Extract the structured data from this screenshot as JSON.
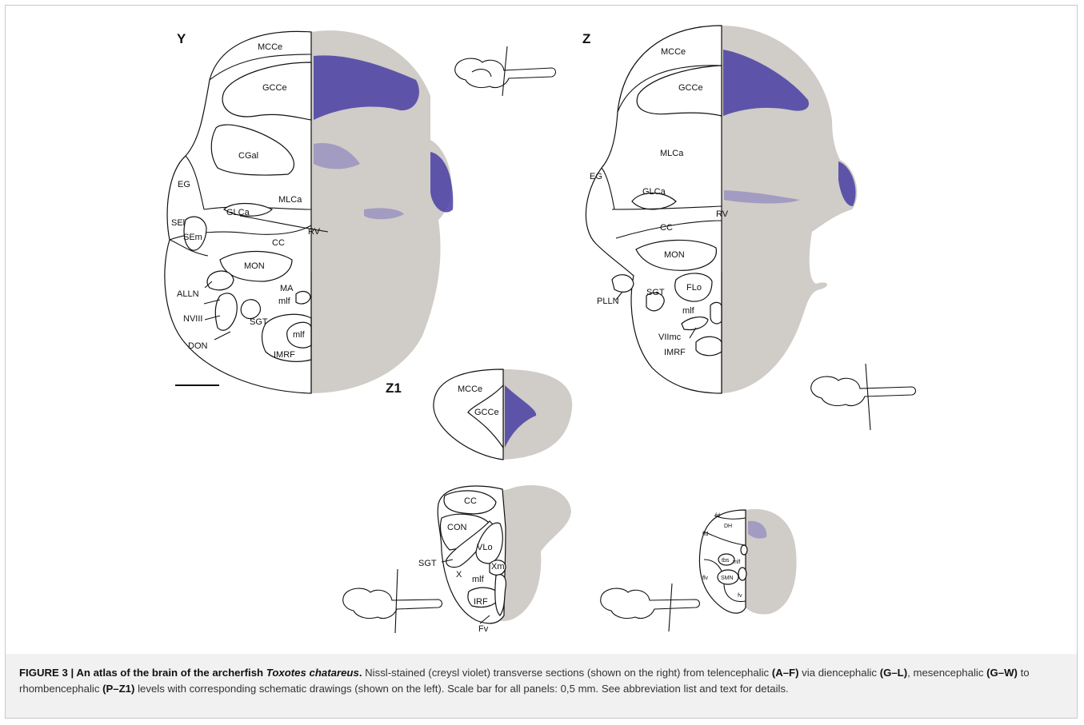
{
  "panels": {
    "Y": {
      "label": "Y",
      "regions": [
        "MCCe",
        "GCCe",
        "CGal",
        "EG",
        "MLCa",
        "GLCa",
        "SEl",
        "SEm",
        "CC",
        "RV",
        "MON",
        "ALLN",
        "MA",
        "mlf",
        "NVIII",
        "SGT",
        "DON",
        "IMRF"
      ]
    },
    "Z": {
      "label": "Z",
      "regions": [
        "MCCe",
        "GCCe",
        "MLCa",
        "EG",
        "GLCa",
        "RV",
        "CC",
        "MON",
        "PLLN",
        "SGT",
        "FLo",
        "mlf",
        "VIImc",
        "IMRF"
      ]
    },
    "Z1": {
      "label": "Z1",
      "regions": [
        "MCCe",
        "GCCe"
      ]
    },
    "lower_left": {
      "regions": [
        "CC",
        "CON",
        "SGT",
        "VLo",
        "Xm",
        "X",
        "mlf",
        "IRF",
        "Fv"
      ]
    },
    "lower_right": {
      "regions": [
        "fd",
        "DH",
        "fld",
        "tbs",
        "mlf",
        "flv",
        "SMN",
        "fv"
      ]
    }
  },
  "caption": {
    "label": "FIGURE 3 | An atlas of the brain of the archerfish ",
    "species": "Toxotes chatareus",
    "label_end": ".",
    "t1": " Nissl-stained (creysl violet) transverse sections (shown on the right) from telencephalic ",
    "b1": "(A–F)",
    "t2": " via diencephalic ",
    "b2": "(G–L)",
    "t3": ", mesencephalic ",
    "b3": "(G–W)",
    "t4": " to rhombencephalic ",
    "b4": "(P–Z1)",
    "t5": " levels with corresponding schematic drawings (shown on the left). Scale bar for all panels: 0,5 mm. See abbreviation list and text for details."
  },
  "colors": {
    "nissl_stain": "#4c43a5",
    "tissue": "#d0ccc7",
    "caption_band": "#f1f1f1"
  }
}
